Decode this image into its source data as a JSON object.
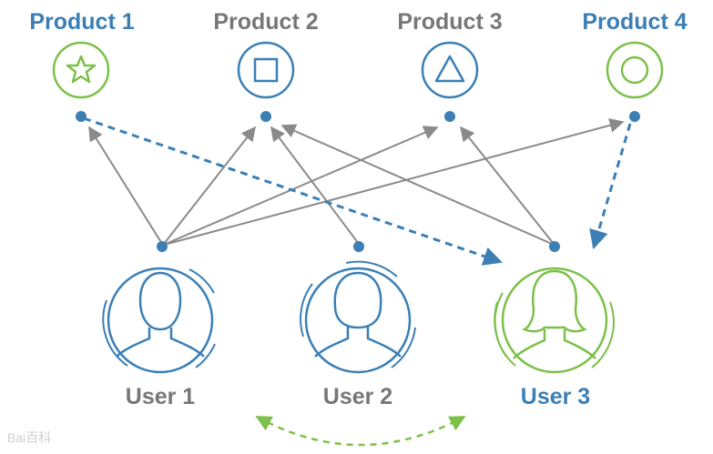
{
  "colors": {
    "blue": "#3b7fb5",
    "green": "#7cc04a",
    "gray": "#777777",
    "arrow": "#8a8a8a"
  },
  "products": [
    {
      "label": "Product 1",
      "icon": "star-icon",
      "accent": "green",
      "highlight": true
    },
    {
      "label": "Product 2",
      "icon": "square-icon",
      "accent": "blue",
      "highlight": false
    },
    {
      "label": "Product 3",
      "icon": "triangle-icon",
      "accent": "blue",
      "highlight": false
    },
    {
      "label": "Product 4",
      "icon": "ring-icon",
      "accent": "green",
      "highlight": true
    }
  ],
  "users": [
    {
      "label": "User 1",
      "accent": "blue",
      "highlight": false
    },
    {
      "label": "User 2",
      "accent": "blue",
      "highlight": false
    },
    {
      "label": "User 3",
      "accent": "green",
      "highlight": true
    }
  ],
  "watermark": "Bai百科"
}
